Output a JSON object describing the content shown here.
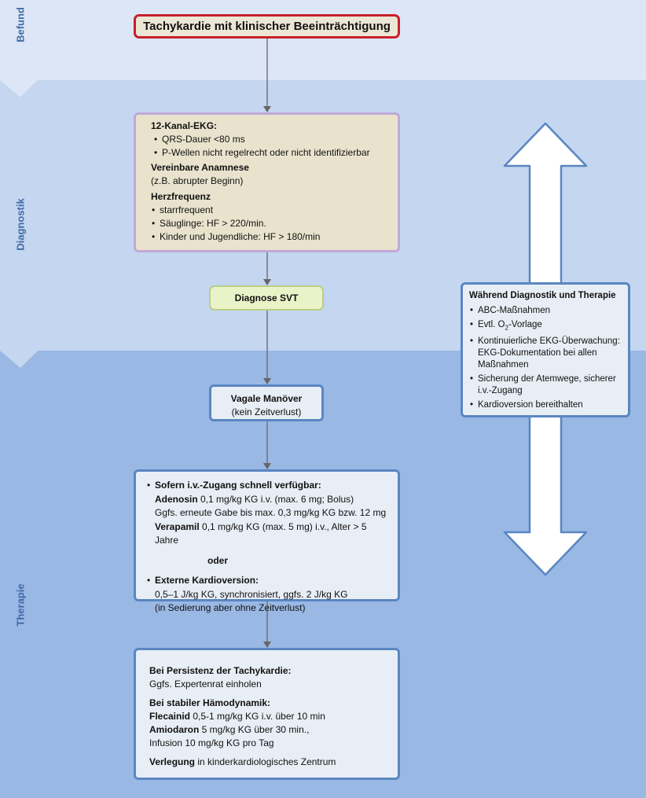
{
  "sections": {
    "befund": "Befund",
    "diagnostik": "Diagnostik",
    "therapie": "Therapie"
  },
  "colors": {
    "band1": "#dde6f6",
    "band2": "#c4d6f0",
    "band3": "#9ab8e4",
    "accent_red": "#c8202a",
    "accent_blue": "#5a86c2"
  },
  "top_box": {
    "title": "Tachykardie mit klinischer Beeinträchtigung"
  },
  "diag_box": {
    "ekg_title": "12-Kanal-EKG:",
    "ekg_items": [
      "QRS-Dauer <80 ms",
      "P-Wellen nicht regelrecht oder nicht identifizierbar"
    ],
    "anamnese_title": "Vereinbare Anamnese",
    "anamnese_text": "(z.B. abrupter Beginn)",
    "hf_title": "Herzfrequenz",
    "hf_items": [
      "starrfrequent",
      "Säuglinge: HF > 220/min.",
      "Kinder und Jugendliche: HF > 180/min"
    ]
  },
  "svt_box": {
    "label": "Diagnose SVT"
  },
  "vagal_box": {
    "title": "Vagale Manöver",
    "subtitle": "(kein Zeitverlust)"
  },
  "therapy_box": {
    "item1_title": "Sofern i.v.-Zugang schnell verfügbar:",
    "adenosin_name": "Adenosin",
    "adenosin_dose": " 0,1 mg/kg KG i.v. (max. 6 mg; Bolus)",
    "adenosin_repeat": "Ggfs. erneute Gabe bis max. 0,3 mg/kg KG bzw. 12 mg",
    "verapamil_name": "Verapamil",
    "verapamil_dose": " 0,1 mg/kg KG (max. 5 mg) i.v., Alter > 5 Jahre",
    "oder": "oder",
    "item2_title": "Externe Kardioversion:",
    "kardio_line1": "0,5–1 J/kg KG, synchronisiert, ggfs. 2 J/kg KG",
    "kardio_line2": "(in Sedierung aber ohne Zeitverlust)"
  },
  "persist_box": {
    "title1": "Bei Persistenz der Tachykardie:",
    "line1": "Ggfs. Expertenrat einholen",
    "title2": "Bei stabiler Hämodynamik:",
    "flecainid_name": "Flecainid",
    "flecainid_dose": " 0,5-1 mg/kg KG i.v. über 10 min",
    "amiodaron_name": "Amiodaron",
    "amiodaron_dose": " 5 mg/kg KG über 30 min.,",
    "infusion": "Infusion 10 mg/kg KG pro Tag",
    "verlegung_b": "Verlegung",
    "verlegung_rest": " in kinderkardiologisches Zentrum"
  },
  "right_box": {
    "title": "Während Diagnostik und Therapie",
    "item1": "ABC-Maßnahmen",
    "item2_pre": "Evtl. O",
    "item2_sub": "2",
    "item2_post": "-Vorlage",
    "item3": "Kontinuierliche EKG-Überwachung: EKG-Dokumentation bei allen Maßnahmen",
    "item4": "Sicherung der Atemwege, sicherer i.v.-Zugang",
    "item5": "Kardioversion bereithalten"
  }
}
